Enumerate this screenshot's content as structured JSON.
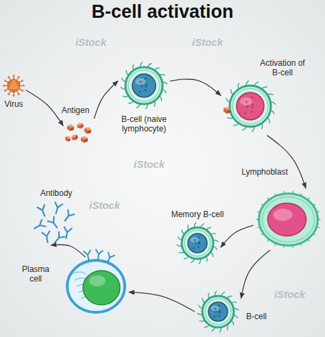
{
  "diagram": {
    "title": "B-cell activation",
    "nodes": [
      {
        "text": [
          "Virus"
        ]
      },
      {
        "text": [
          "Antigen"
        ]
      },
      {
        "text": [
          "B-cell (naive lymphocyte)"
        ]
      },
      {
        "text": [
          "Activation of B-cell"
        ]
      },
      {
        "text": [
          "Lymphoblast"
        ]
      },
      {
        "text": [
          "Memory B-cell"
        ]
      },
      {
        "text": [
          "B-cell"
        ]
      },
      {
        "text": [
          "Plasma cell"
        ]
      },
      {
        "text": [
          "Antibody"
        ]
      }
    ],
    "edges": [
      {
        "from": 0,
        "to": 1,
        "arrow": "to"
      },
      {
        "from": 1,
        "to": 2,
        "arrow": "to"
      },
      {
        "from": 2,
        "to": 3,
        "arrow": "to"
      },
      {
        "from": 3,
        "to": 4,
        "arrow": "to"
      },
      {
        "from": 4,
        "to": 5,
        "arrow": "to"
      },
      {
        "from": 4,
        "to": 6,
        "arrow": "to"
      },
      {
        "from": 6,
        "to": 7,
        "arrow": "to"
      },
      {
        "from": 7,
        "to": 8,
        "arrow": "to"
      }
    ],
    "labels": [
      "iStock",
      "iStock",
      "iStock",
      "iStock",
      "iStock"
    ]
  }
}
